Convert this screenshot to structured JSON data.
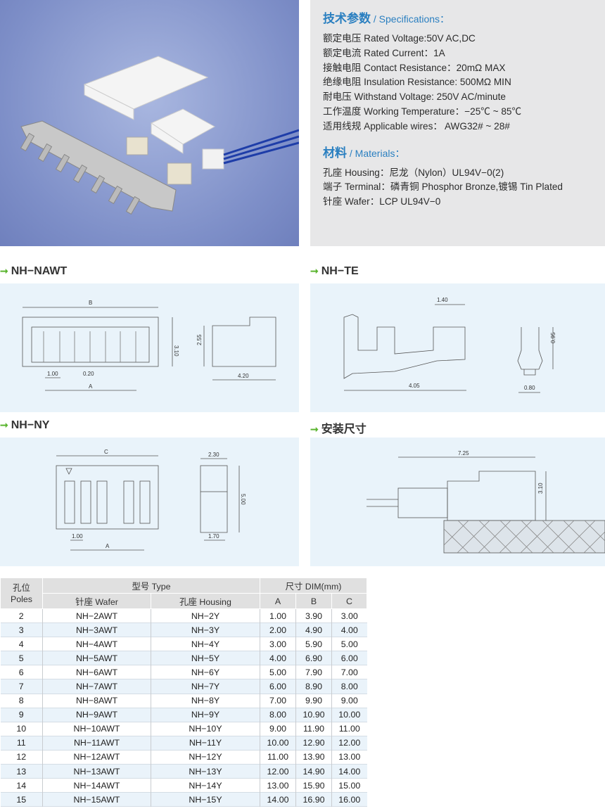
{
  "specs": {
    "heading_cn": "技术参数",
    "heading_en": " / Specifications：",
    "lines": [
      "额定电压 Rated Voltage:50V AC,DC",
      "额定电流 Rated Current：1A",
      "接触电阻 Contact Resistance：20mΩ MAX",
      "绝缘电阻 Insulation Resistance: 500MΩ MIN",
      "耐电压 Withstand Voltage: 250V AC/minute",
      "工作温度 Working Temperature：−25℃ ~ 85℃",
      "适用线规 Applicable wires： AWG32# ~ 28#"
    ]
  },
  "materials": {
    "heading_cn": "材料",
    "heading_en": " / Materials：",
    "lines": [
      "孔座 Housing：尼龙（Nylon）UL94V−0(2)",
      "端子 Terminal：磷青铜 Phosphor Bronze,镀锡 Tin Plated",
      "针座 Wafer：LCP UL94V−0"
    ]
  },
  "sections": {
    "nawt": {
      "title": "NH−NAWT",
      "dims": {
        "b": "B",
        "h": "3.10",
        "p": "1.00",
        "t": "0.20",
        "a": "A",
        "side_h": "2.55",
        "side_w": "4.20"
      }
    },
    "te": {
      "title": "NH−TE",
      "dims": {
        "w1": "1.40",
        "l": "4.05",
        "h": "0.95",
        "w2": "0.80"
      }
    },
    "ny": {
      "title": "NH−NY",
      "dims": {
        "c": "C",
        "p": "1.00",
        "a": "A",
        "w": "2.30",
        "h": "5.00",
        "w2": "1.70"
      }
    },
    "mount": {
      "title": "安装尺寸",
      "dims": {
        "l": "7.25",
        "h": "3.10"
      }
    }
  },
  "table": {
    "poles_cn": "孔位",
    "poles_en": "Poles",
    "type": "型号 Type",
    "dim": "尺寸 DIM(mm)",
    "wafer": "针座 Wafer",
    "housing": "孔座 Housing",
    "a": "A",
    "b": "B",
    "c": "C",
    "rows": [
      [
        "2",
        "NH−2AWT",
        "NH−2Y",
        "1.00",
        "3.90",
        "3.00"
      ],
      [
        "3",
        "NH−3AWT",
        "NH−3Y",
        "2.00",
        "4.90",
        "4.00"
      ],
      [
        "4",
        "NH−4AWT",
        "NH−4Y",
        "3.00",
        "5.90",
        "5.00"
      ],
      [
        "5",
        "NH−5AWT",
        "NH−5Y",
        "4.00",
        "6.90",
        "6.00"
      ],
      [
        "6",
        "NH−6AWT",
        "NH−6Y",
        "5.00",
        "7.90",
        "7.00"
      ],
      [
        "7",
        "NH−7AWT",
        "NH−7Y",
        "6.00",
        "8.90",
        "8.00"
      ],
      [
        "8",
        "NH−8AWT",
        "NH−8Y",
        "7.00",
        "9.90",
        "9.00"
      ],
      [
        "9",
        "NH−9AWT",
        "NH−9Y",
        "8.00",
        "10.90",
        "10.00"
      ],
      [
        "10",
        "NH−10AWT",
        "NH−10Y",
        "9.00",
        "11.90",
        "11.00"
      ],
      [
        "11",
        "NH−11AWT",
        "NH−11Y",
        "10.00",
        "12.90",
        "12.00"
      ],
      [
        "12",
        "NH−12AWT",
        "NH−12Y",
        "11.00",
        "13.90",
        "13.00"
      ],
      [
        "13",
        "NH−13AWT",
        "NH−13Y",
        "12.00",
        "14.90",
        "14.00"
      ],
      [
        "14",
        "NH−14AWT",
        "NH−14Y",
        "13.00",
        "15.90",
        "15.00"
      ],
      [
        "15",
        "NH−15AWT",
        "NH−15Y",
        "14.00",
        "16.90",
        "16.00"
      ]
    ]
  }
}
